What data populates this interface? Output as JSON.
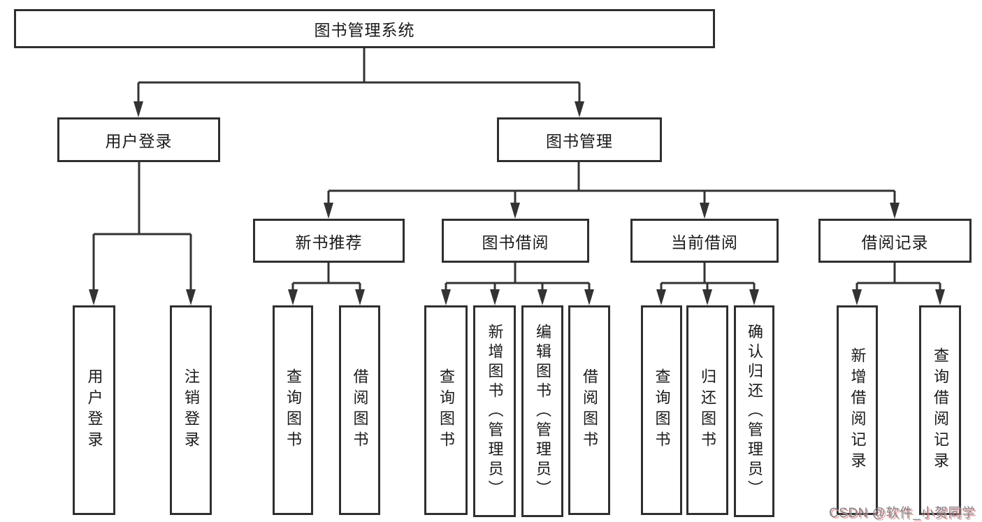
{
  "diagram": {
    "root": {
      "label": "图书管理系统"
    },
    "level2": {
      "user_login": {
        "label": "用户登录"
      },
      "book_mgmt": {
        "label": "图书管理"
      }
    },
    "level3": {
      "new_books": {
        "label": "新书推荐"
      },
      "book_borrow": {
        "label": "图书借阅"
      },
      "current_borrow": {
        "label": "当前借阅"
      },
      "borrow_records": {
        "label": "借阅记录"
      }
    },
    "leaves": {
      "user_login_leaf": {
        "label": "用户登录"
      },
      "logout": {
        "label": "注销登录"
      },
      "query_books_new": {
        "label": "查询图书"
      },
      "borrow_books_new": {
        "label": "借阅图书"
      },
      "query_books_borrow": {
        "label": "查询图书"
      },
      "add_books_admin": {
        "label": "新增图书（管理员）"
      },
      "edit_books_admin": {
        "label": "编辑图书（管理员）"
      },
      "borrow_books": {
        "label": "借阅图书"
      },
      "query_books_current": {
        "label": "查询图书"
      },
      "return_books": {
        "label": "归还图书"
      },
      "confirm_return_admin": {
        "label": "确认归还（管理员）"
      },
      "add_borrow_record": {
        "label": "新增借阅记录"
      },
      "query_borrow_record": {
        "label": "查询借阅记录"
      }
    }
  },
  "watermark": {
    "text": "CSDN @软件_小贺同学"
  },
  "colors": {
    "line": "#333333",
    "box_border": "#2f2f2f",
    "text": "#1a1a1a",
    "background": "#ffffff",
    "watermark_gray": "#85858d",
    "watermark_red": "#e88e8a"
  }
}
